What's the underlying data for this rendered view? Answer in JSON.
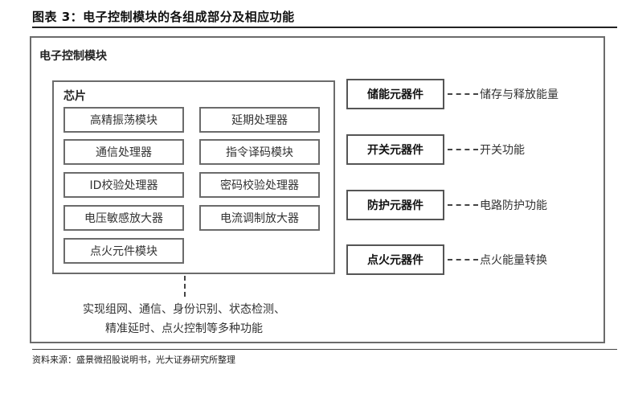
{
  "figure_title": "图表 3：电子控制模块的各组成部分及相应功能",
  "module_title": "电子控制模块",
  "chip": {
    "title": "芯片",
    "modules": [
      "高精振荡模块",
      "延期处理器",
      "通信处理器",
      "指令译码模块",
      "ID校验处理器",
      "密码校验处理器",
      "电压敏感放大器",
      "电流调制放大器",
      "点火元件模块"
    ]
  },
  "chip_function_lines": [
    "实现组网、通信、身份识别、状态检测、",
    "精准延时、点火控制等多种功能"
  ],
  "components": [
    {
      "name": "储能元器件",
      "function": "储存与释放能量"
    },
    {
      "name": "开关元器件",
      "function": "开关功能"
    },
    {
      "name": "防护元器件",
      "function": "电路防护功能"
    },
    {
      "name": "点火元器件",
      "function": "点火能量转换"
    }
  ],
  "source": "资料来源：盛景微招股说明书，光大证券研究所整理"
}
